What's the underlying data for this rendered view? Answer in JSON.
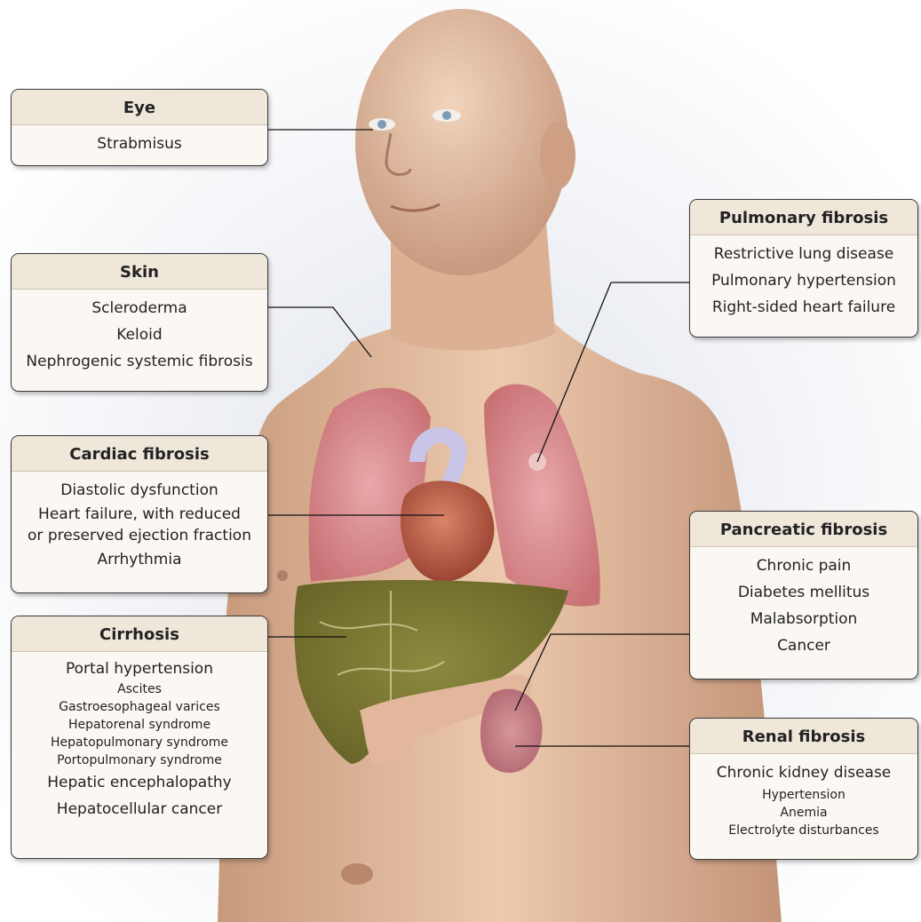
{
  "colors": {
    "skin": "#e6bfa3",
    "lung": "#d88f93",
    "heart": "#b85a49",
    "liver": "#7d7a34",
    "box_header": "#efe7da",
    "box_body": "#fbf8f3"
  },
  "boxes": {
    "eye": {
      "title": "Eye",
      "items": [
        "Strabmisus"
      ]
    },
    "skin": {
      "title": "Skin",
      "items": [
        "Scleroderma",
        "Keloid",
        "Nephrogenic systemic fibrosis"
      ]
    },
    "cardiac": {
      "title": "Cardiac fibrosis",
      "items": [
        "Diastolic dysfunction",
        "Heart failure, with reduced",
        "or preserved ejection fraction",
        "Arrhythmia"
      ]
    },
    "cirrhosis": {
      "title": "Cirrhosis",
      "item1": "Portal hypertension",
      "subs": [
        "Ascites",
        "Gastroesophageal varices",
        "Hepatorenal syndrome",
        "Hepatopulmonary syndrome",
        "Portopulmonary syndrome"
      ],
      "item2": "Hepatic encephalopathy",
      "item3": "Hepatocellular cancer"
    },
    "pulmonary": {
      "title": "Pulmonary fibrosis",
      "items": [
        "Restrictive lung disease",
        "Pulmonary hypertension",
        "Right-sided heart failure"
      ]
    },
    "pancreatic": {
      "title": "Pancreatic fibrosis",
      "items": [
        "Chronic pain",
        "Diabetes mellitus",
        "Malabsorption",
        "Cancer"
      ]
    },
    "renal": {
      "title": "Renal fibrosis",
      "item1": "Chronic kidney disease",
      "subs": [
        "Hypertension",
        "Anemia",
        "Electrolyte disturbances"
      ]
    }
  }
}
